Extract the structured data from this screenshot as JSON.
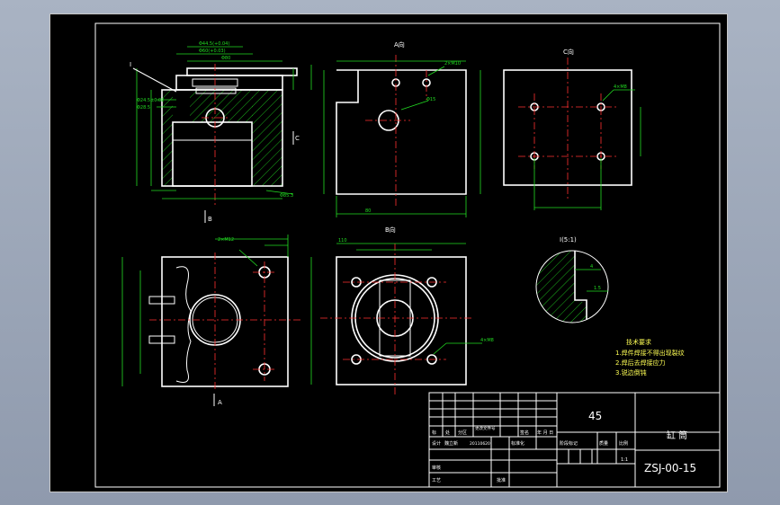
{
  "views": {
    "a_view": "A向",
    "b_view": "B向",
    "c_view": "C向",
    "detail_view": "I(5:1)",
    "marker_i": "I",
    "marker_c": "C",
    "marker_b": "B",
    "marker_a": "A"
  },
  "tech_requirements": {
    "title": "技术要求",
    "items": [
      "1.焊件焊接不得出现裂纹",
      "2.焊后去焊接应力",
      "3.锐边倒钝"
    ]
  },
  "title_block": {
    "material": "45",
    "part_name": "缸 筒",
    "drawing_number": "ZSJ-00-15",
    "scale": "1:1",
    "header_cells": [
      "标",
      "处",
      "分区",
      "更改文件号",
      "签名",
      "年 月 日"
    ],
    "design_label": "设计",
    "design_name": "魏立新",
    "design_date": "20110620",
    "standardize_label": "标准化",
    "stage_label": "阶段标记",
    "weight_label": "质量",
    "scale_label": "比例",
    "review_label": "审核",
    "process_label": "工艺",
    "approve_label": "批准"
  },
  "colors": {
    "background": "#000000",
    "outline": "#ffffff",
    "dimension": "#22dd22",
    "centerline": "#ff3030",
    "text": "#ffff55"
  }
}
